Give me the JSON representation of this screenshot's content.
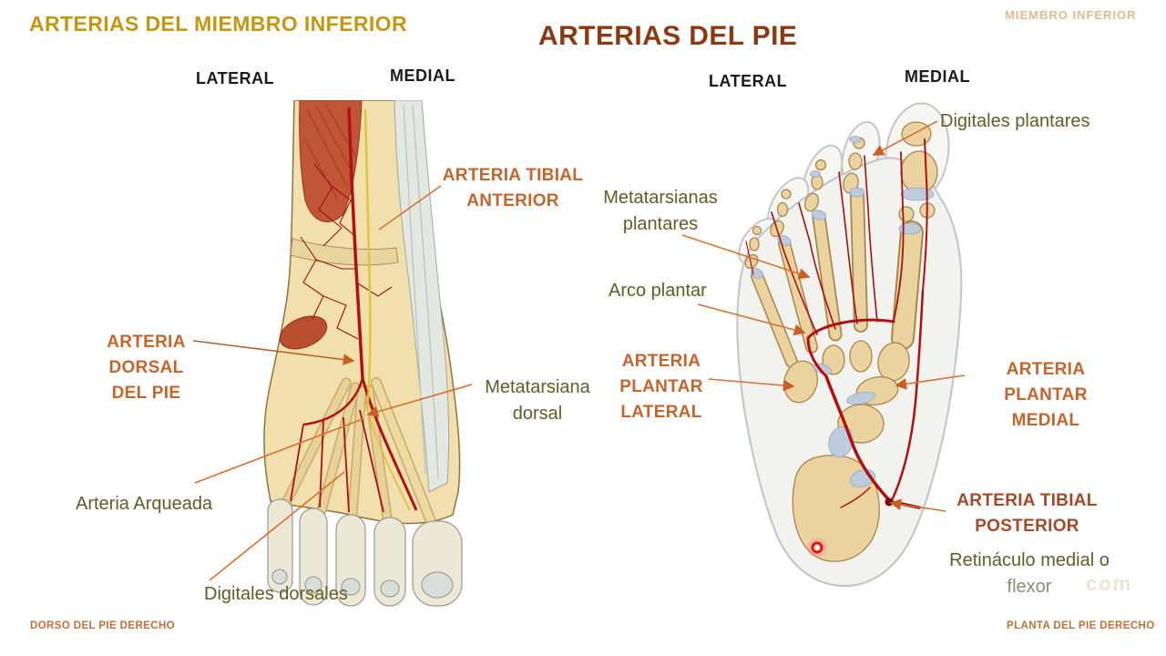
{
  "slide": {
    "title_left": "ARTERIAS DEL MIEMBRO INFERIOR",
    "title_center": "ARTERIAS DEL PIE",
    "corner_watermark": "MIEMBRO INFERIOR",
    "footer_left": "DORSO DEL PIE DERECHO",
    "footer_right": "PLANTA DEL PIE DERECHO",
    "ghost_watermark": "com"
  },
  "colors": {
    "title_left_gold": "#C49712",
    "title_center_brown": "#8A3A12",
    "corner_watermark_tan": "#DDBB8C",
    "orientation_black": "#1B1B1B",
    "label_orange": "#C2652E",
    "label_brick": "#A24A28",
    "label_olive": "#5E5E2B",
    "leader_line_orange": "#D8702F",
    "footer_orange": "#BE7038",
    "artery_red": "#B01212",
    "nerve_yellow": "#E2C232",
    "bone_tan": "#EBD3A0",
    "cartilage_blue": "#BCCBDF",
    "marker_ring_red": "#E81818"
  },
  "dorsal_view": {
    "orientation_left": "LATERAL",
    "orientation_right": "MEDIAL",
    "labels": {
      "arteria_tibial_anterior": "ARTERIA TIBIAL ANTERIOR",
      "arteria_dorsal_del_pie": "ARTERIA DORSAL DEL PIE",
      "metatarsiana_dorsal": "Metatarsiana dorsal",
      "arteria_arqueada": "Arteria Arqueada",
      "digitales_dorsales": "Digitales dorsales"
    }
  },
  "plantar_view": {
    "orientation_left": "LATERAL",
    "orientation_right": "MEDIAL",
    "labels": {
      "digitales_plantares": "Digitales plantares",
      "metatarsianas_plantares": "Metatarsianas plantares",
      "arco_plantar": "Arco plantar",
      "arteria_plantar_lateral": "ARTERIA PLANTAR LATERAL",
      "arteria_plantar_medial": "ARTERIA PLANTAR MEDIAL",
      "arteria_tibial_posterior": "ARTERIA TIBIAL POSTERIOR",
      "retinaculo_line1": "Retináculo medial o",
      "retinaculo_line2": "flexor"
    }
  }
}
